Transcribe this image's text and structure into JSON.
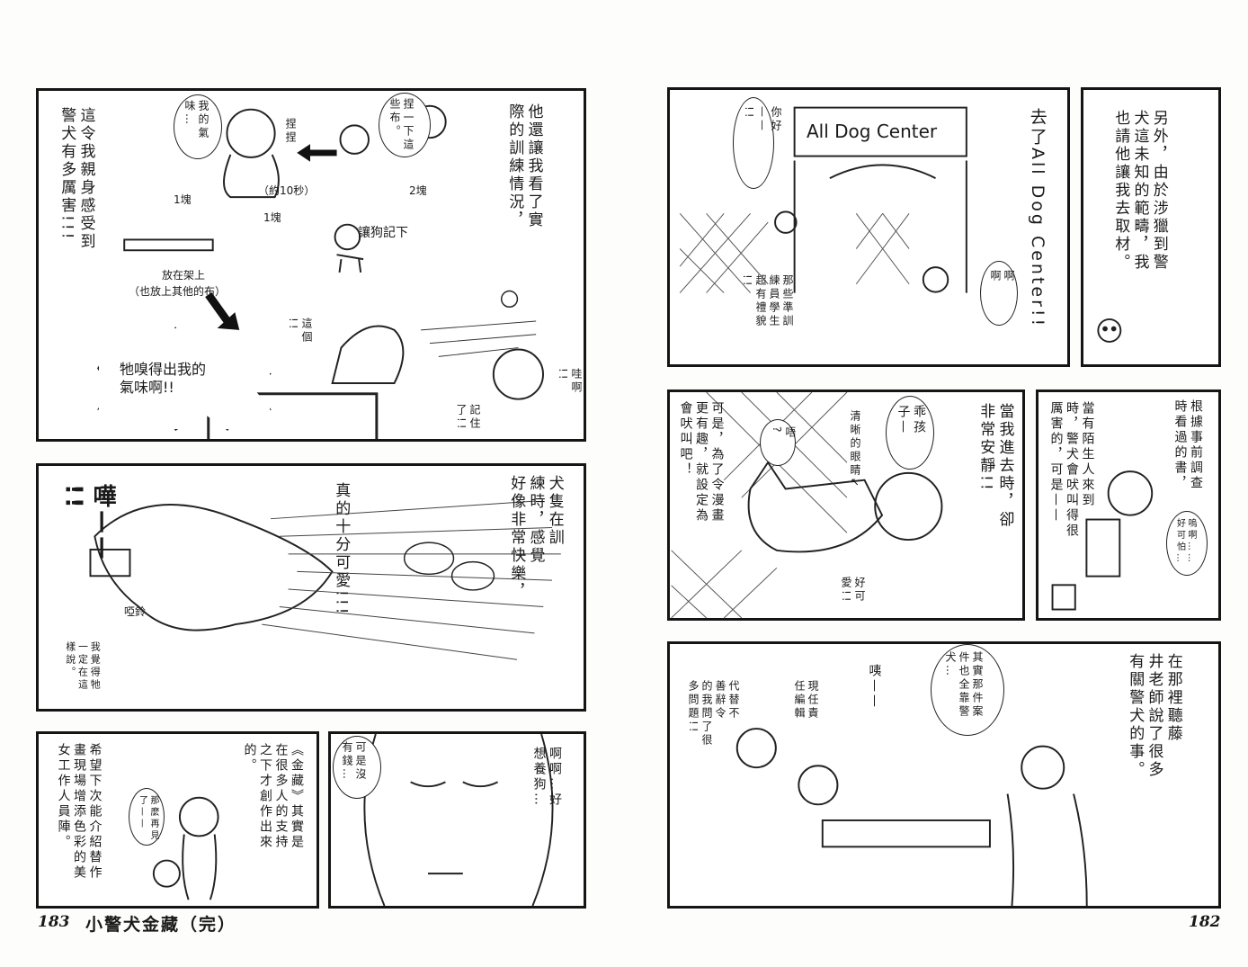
{
  "left_page": {
    "panel1": {
      "narration_right": "他還讓我看了實\n際的訓練情況，",
      "narration_left": "這令我親身感受到\n警犬有多厲害!!!",
      "bubble_smell": "我的氣\n味…",
      "bubble_squeeze": "捏一下這\n些布。",
      "sfx_squeeze": "捏捏",
      "note_seconds": "（約10秒）",
      "note_two": "2塊",
      "note_one_a": "1塊",
      "note_one_b": "1塊",
      "note_dog": "讓狗記下",
      "note_shelf": "放在架上",
      "note_shelf_sub": "（也放上其他的布）",
      "bubble_this": "這個\n!!",
      "shout": "牠嗅得出我的\n氣味啊!!",
      "exclaim_wow": "哇啊\n!!",
      "exclaim_remember": "記住\n了!!"
    },
    "panel2": {
      "narration": "犬隻在訓\n練時，感覺\n好像非常快樂，",
      "narration_cute": "真的十分可愛!!!",
      "sfx": "嘩——\n!!",
      "label_dumbbell": "啞鈴",
      "aside": "我覺得牠\n一定在這\n樣說。"
    },
    "panel3a": {
      "narration_right": "《金藏》其實是\n在很多人的支持\n之下才創作出來\n的。",
      "narration_left": "希望下次能介紹替作\n畫現場增添色彩的美\n女工作人員陣。",
      "bubble_bye": "那麼再見\n了——"
    },
    "panel3b": {
      "narration": "啊啊…好\n想養狗…",
      "bubble_money": "可是沒\n有錢…"
    },
    "page_number": "183",
    "footer_title": "小警犬金藏（完）"
  },
  "right_page": {
    "panel1": {
      "sign": "All Dog Center",
      "narration": "去了All Dog Center!!",
      "bubble_hello": "你好\n——\n!!",
      "bubble_ah": "啊\n啊",
      "note_students": "那些準訓\n練員學生\n超有禮貌\n!!"
    },
    "panel2": {
      "narration": "另外，由於涉獵到警\n犬這未知的範疇，我\n也請他讓我去取材。"
    },
    "panel3": {
      "narration": "當我進去時，卻\n非常安靜!!",
      "bubble_good": "乖孩\n子—",
      "note_eyes": "清晰的眼睛↙",
      "bubble_hm": "唔\n?",
      "narration_left": "可是，為了令漫畫\n更有趣，就設定為\n會吠叫吧！",
      "note_cute": "好可\n愛!!"
    },
    "panel4": {
      "narration_top": "根據事前調查\n時看過的書，",
      "narration": "當有陌生人來到\n時，警犬會吠叫得很\n厲害的，可是——",
      "bubble_scary": "嗚啊……\n好可怕…"
    },
    "panel5": {
      "narration": "在那裡聽藤\n井老師說了很多\n有關警犬的事。",
      "bubble_case": "其實那件案\n件也全靠警\n犬…",
      "exclaim": "咦——",
      "note_editor": "現任責\n任編輯",
      "note_questions": "代替不\n善辭令\n的我問了很\n多問題!!"
    },
    "page_number": "182"
  }
}
